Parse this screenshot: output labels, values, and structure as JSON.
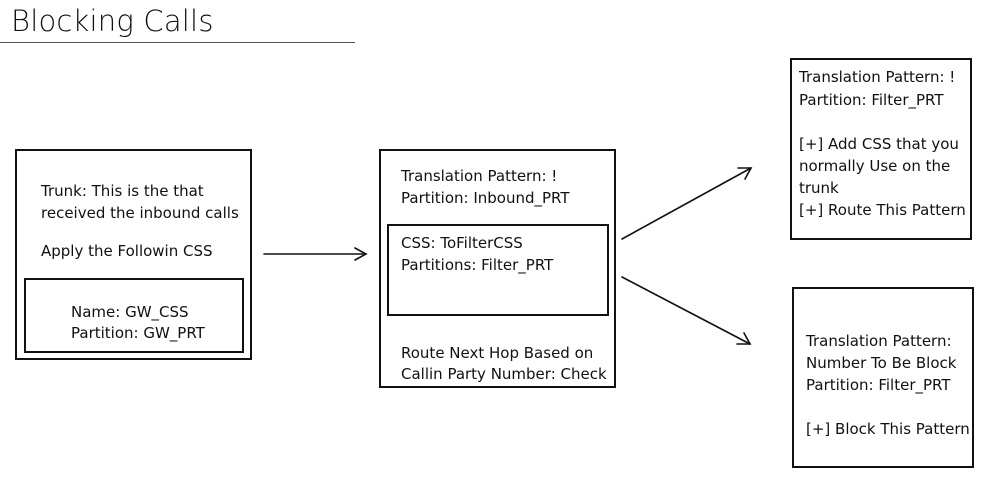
{
  "title": "Blocking Calls",
  "trunk_box": {
    "line1": "Trunk: This is the that",
    "line2": "received the inbound calls",
    "line3": "Apply the Followin CSS",
    "inner": {
      "line1": "Name: GW_CSS",
      "line2": "Partition: GW_PRT"
    }
  },
  "inbound_box": {
    "line1": "Translation Pattern: !",
    "line2": "Partition: Inbound_PRT",
    "inner": {
      "line1": "CSS: ToFilterCSS",
      "line2": "Partitions: Filter_PRT"
    },
    "line3": "Route Next Hop Based on",
    "line4": "Callin Party Number: Check"
  },
  "route_box": {
    "line1": "Translation Pattern: !",
    "line2": "Partition: Filter_PRT",
    "line3": "[+] Add CSS that you",
    "line4": "normally Use on the",
    "line5": "trunk",
    "line6": "[+] Route This Pattern"
  },
  "block_box": {
    "line1": "Translation Pattern:",
    "line2": "Number To Be Block",
    "line3": "Partition: Filter_PRT",
    "line4": "[+] Block This Pattern"
  }
}
